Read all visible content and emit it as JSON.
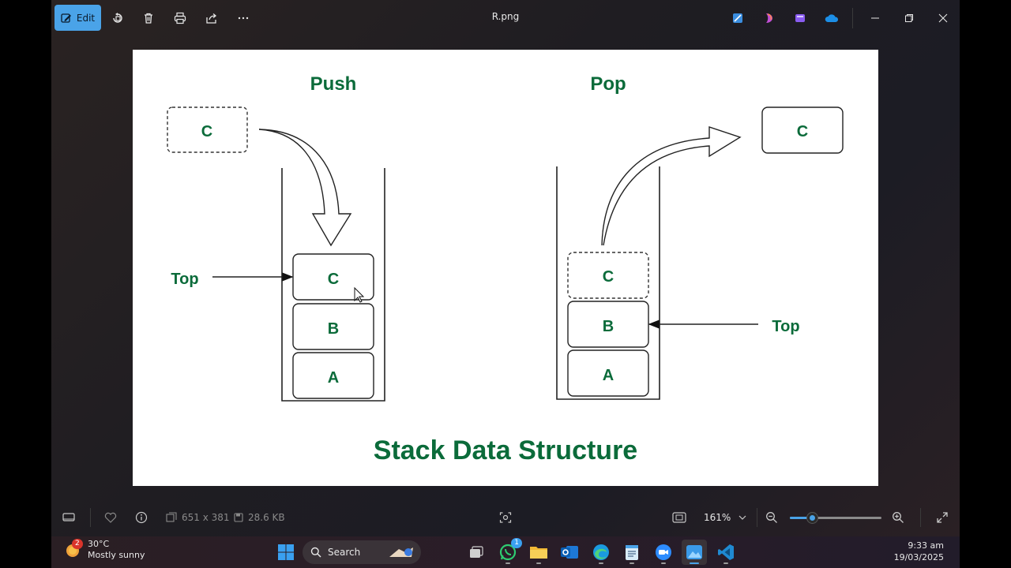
{
  "window": {
    "title": "R.png",
    "edit_label": "Edit",
    "accent": "#4aa3e8"
  },
  "diagram": {
    "push_title": "Push",
    "pop_title": "Pop",
    "push_incoming": "C",
    "push_stack": [
      "C",
      "B",
      "A"
    ],
    "push_top_label": "Top",
    "pop_outgoing": "C",
    "pop_stack": [
      "C",
      "B",
      "A"
    ],
    "pop_top_label": "Top",
    "caption": "Stack Data Structure",
    "text_color": "#0b6b3a"
  },
  "statusbar": {
    "dimensions": "651 x 381",
    "file_size": "28.6 KB",
    "zoom": "161%",
    "zoom_level": 0.24
  },
  "taskbar": {
    "weather_temp": "30°C",
    "weather_desc": "Mostly sunny",
    "weather_badge": "2",
    "search_label": "Search",
    "whatsapp_badge": "1",
    "time": "9:33 am",
    "date": "19/03/2025"
  }
}
